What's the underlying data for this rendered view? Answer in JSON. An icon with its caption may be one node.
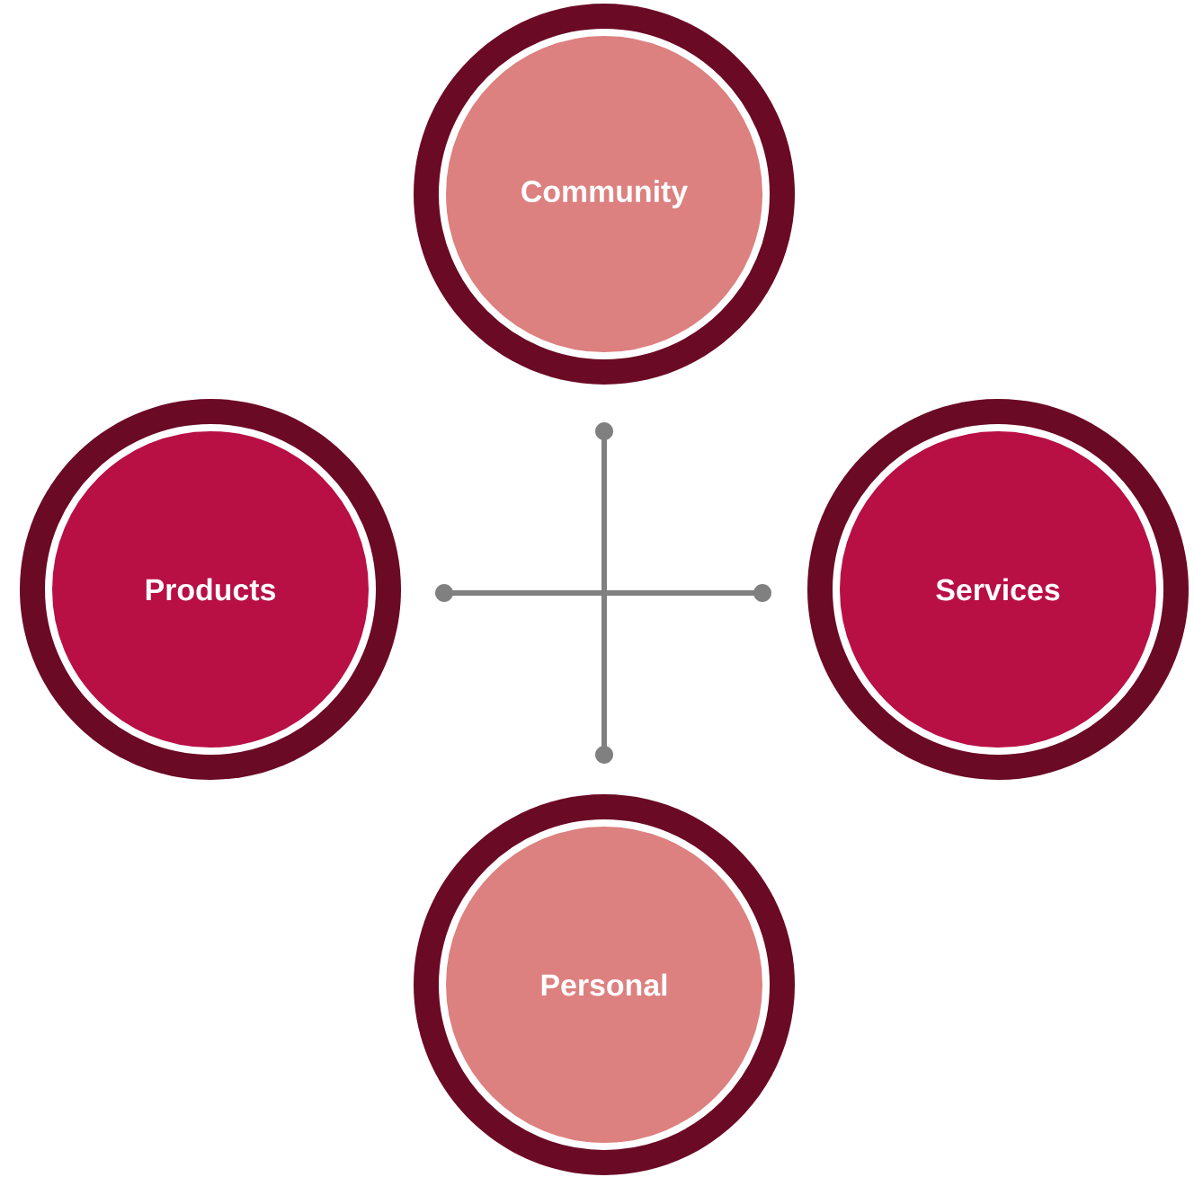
{
  "diagram": {
    "nodes": [
      {
        "text": [
          "Community"
        ]
      },
      {
        "text": [
          "Products"
        ]
      },
      {
        "text": [
          "Services"
        ]
      },
      {
        "text": [
          "Personal"
        ]
      }
    ]
  }
}
